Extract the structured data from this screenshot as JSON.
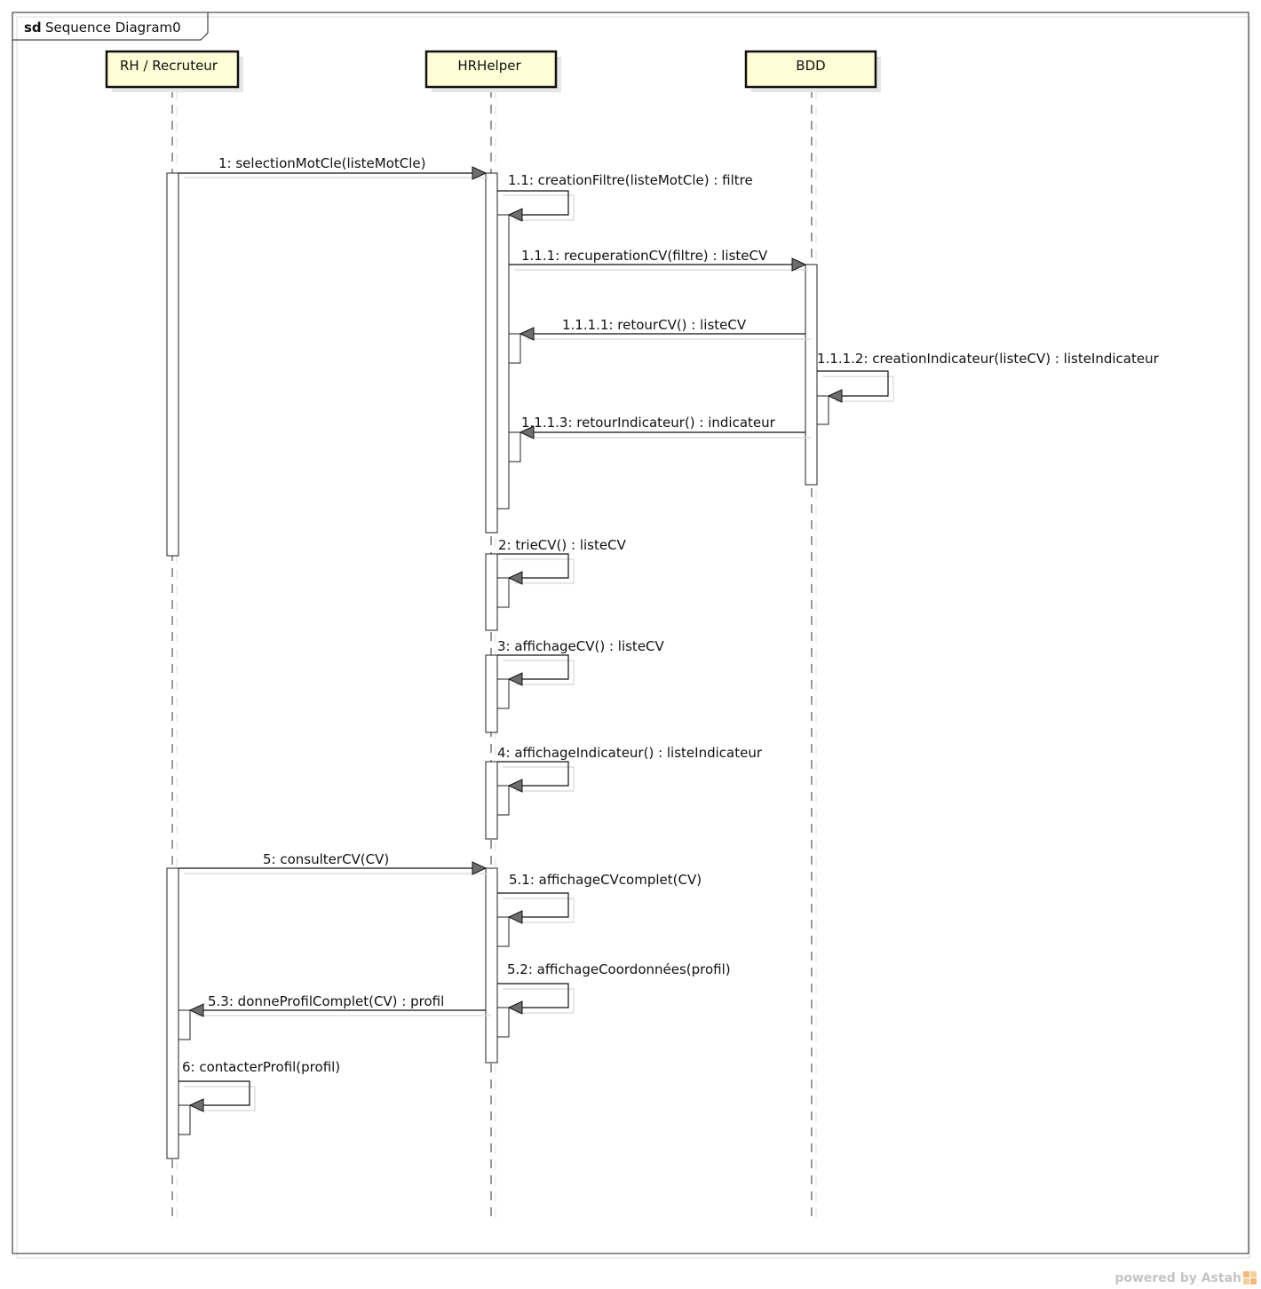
{
  "frame": {
    "keyword": "sd",
    "title": "Sequence Diagram0"
  },
  "participants": [
    {
      "name": "RH / Recruteur"
    },
    {
      "name": "HRHelper"
    },
    {
      "name": "BDD"
    }
  ],
  "messages": [
    {
      "label": "1: selectionMotCle(listeMotCle)",
      "from": "RH / Recruteur",
      "to": "HRHelper"
    },
    {
      "label": "1.1: creationFiltre(listeMotCle) : filtre",
      "from": "HRHelper",
      "to": "HRHelper"
    },
    {
      "label": "1.1.1: recuperationCV(filtre) : listeCV",
      "from": "HRHelper",
      "to": "BDD"
    },
    {
      "label": "1.1.1.1: retourCV() : listeCV",
      "from": "BDD",
      "to": "HRHelper"
    },
    {
      "label": "1.1.1.2: creationIndicateur(listeCV) : listeIndicateur",
      "from": "BDD",
      "to": "BDD"
    },
    {
      "label": "1.1.1.3: retourIndicateur() : indicateur",
      "from": "BDD",
      "to": "HRHelper"
    },
    {
      "label": "2: trieCV() : listeCV",
      "from": "HRHelper",
      "to": "HRHelper"
    },
    {
      "label": "3: affichageCV() : listeCV",
      "from": "HRHelper",
      "to": "HRHelper"
    },
    {
      "label": "4: affichageIndicateur() : listeIndicateur",
      "from": "HRHelper",
      "to": "HRHelper"
    },
    {
      "label": "5: consulterCV(CV)",
      "from": "RH / Recruteur",
      "to": "HRHelper"
    },
    {
      "label": "5.1: affichageCVcomplet(CV)",
      "from": "HRHelper",
      "to": "HRHelper"
    },
    {
      "label": "5.2: affichageCoordonnées(profil)",
      "from": "HRHelper",
      "to": "HRHelper"
    },
    {
      "label": "5.3: donneProfilComplet(CV) : profil",
      "from": "HRHelper",
      "to": "RH / Recruteur"
    },
    {
      "label": "6: contacterProfil(profil)",
      "from": "RH / Recruteur",
      "to": "RH / Recruteur"
    }
  ],
  "watermark": "powered by Astah"
}
